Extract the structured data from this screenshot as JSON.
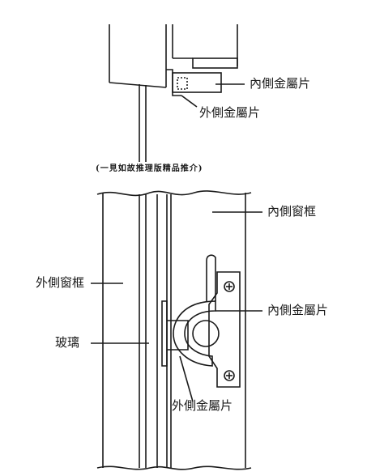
{
  "caption": "(一見如故推理版精品推介)",
  "top_detail": {
    "inner_metal_label": "內側金屬片",
    "outer_metal_label": "外側金屬片"
  },
  "bottom_detail": {
    "inner_frame_label": "內側窗框",
    "outer_frame_label": "外側窗框",
    "inner_metal_label": "內側金屬片",
    "glass_label": "玻璃",
    "outer_metal_label": "外側金屬片"
  },
  "colors": {
    "ink": "#1a1a1a",
    "paper": "#ffffff"
  }
}
